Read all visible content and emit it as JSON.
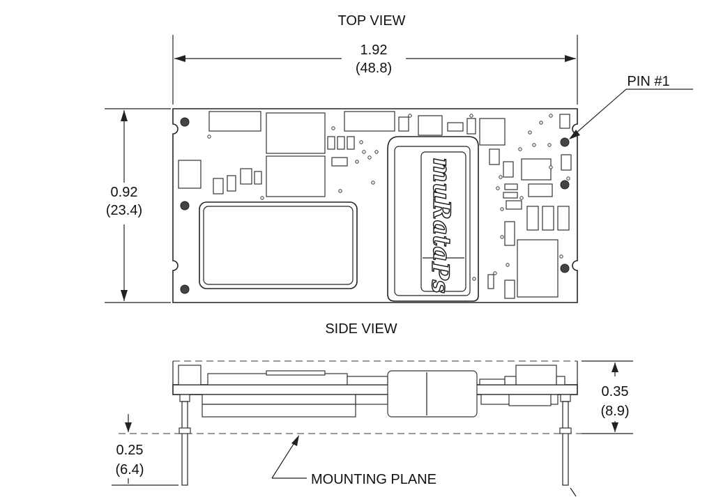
{
  "labels": {
    "top_view": "TOP VIEW",
    "side_view": "SIDE VIEW",
    "width_in": "1.92",
    "width_mm": "(48.8)",
    "height_in": "0.92",
    "height_mm": "(23.4)",
    "pin1": "PIN #1",
    "side_height_in": "0.35",
    "side_height_mm": "(8.9)",
    "pin_length_in": "0.25",
    "pin_length_mm": "(6.4)",
    "mounting_plane": "MOUNTING PLANE"
  },
  "logo": {
    "brand": "muRata",
    "mark": "Ps"
  },
  "colors": {
    "ink": "#222222",
    "background": "#ffffff"
  }
}
